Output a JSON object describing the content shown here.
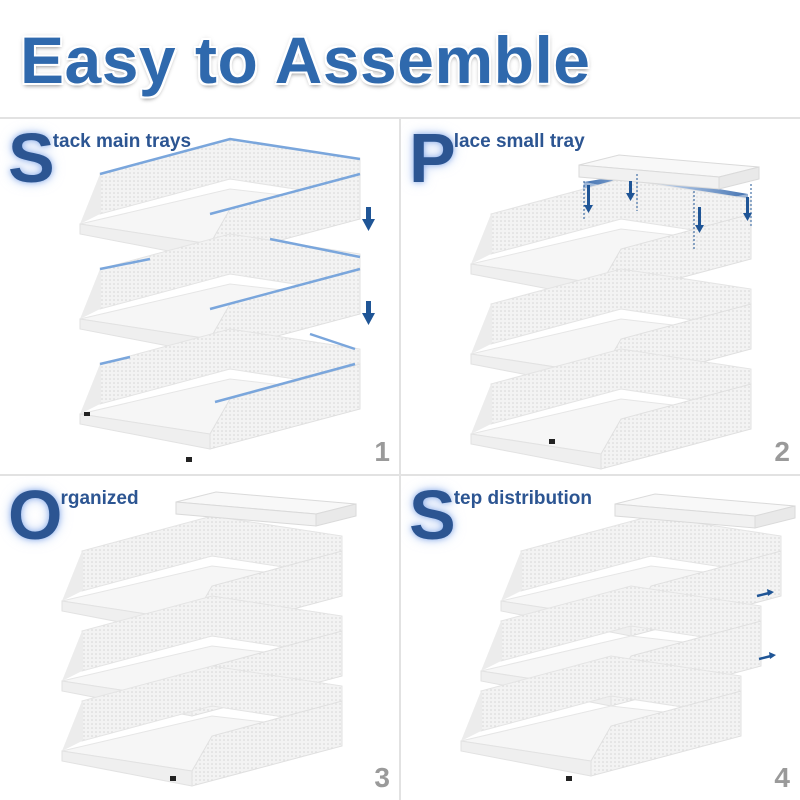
{
  "title": "Easy to Assemble",
  "colors": {
    "title_blue": "#2f69ad",
    "heading_blue": "#2c5592",
    "arrow_blue": "#1f5596",
    "step_number_gray": "#9a9a9a",
    "tray_white": "#f4f4f4",
    "grid_line": "#e2e2e2"
  },
  "steps": [
    {
      "number": "1",
      "initial": "S",
      "rest": "tack main trays",
      "heading": "Stack main trays",
      "illustration": "three separate mesh trays stacked with blue down arrows",
      "icons": [
        "down-arrow-icon",
        "down-arrow-icon"
      ]
    },
    {
      "number": "2",
      "initial": "P",
      "rest": "lace small tray",
      "heading": "Place small tray",
      "illustration": "small tray lowered onto stacked trays with dashed guide lines and highlighted blue target area",
      "icons": [
        "down-arrow-icon",
        "down-arrow-icon",
        "down-arrow-icon",
        "down-arrow-icon"
      ]
    },
    {
      "number": "3",
      "initial": "O",
      "rest": "rganized",
      "heading": "Organized",
      "illustration": "assembled 3-tier mesh tray organizer with small top tray"
    },
    {
      "number": "4",
      "initial": "S",
      "rest": "tep distribution",
      "heading": "Step distribution",
      "illustration": "trays staggered in step layout with blue right arrows",
      "icons": [
        "right-arrow-icon",
        "right-arrow-icon"
      ]
    }
  ]
}
